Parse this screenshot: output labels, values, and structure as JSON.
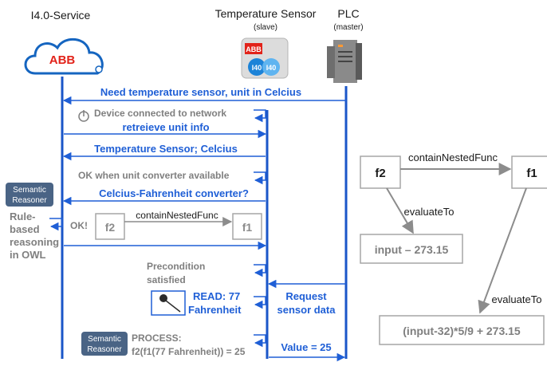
{
  "lanes": {
    "service": "I4.0-Service",
    "sensor": "Temperature Sensor",
    "sensor_role": "(slave)",
    "plc": "PLC",
    "plc_role": "(master)"
  },
  "logos": {
    "cloud": "ABB",
    "sensor": "ABB",
    "sensor_tag1": "I40",
    "sensor_tag2": "I40"
  },
  "messages": {
    "need_sensor": "Need temperature sensor, unit in Celcius",
    "device_connected": "Device connected to network",
    "retrieve_unit": "retreieve unit info",
    "sensor_celsius": "Temperature Sensor; Celcius",
    "ok_converter": "OK when unit converter available",
    "converter_query": "Celcius-Fahrenheit converter?",
    "ok": "OK!",
    "precondition_1": "Precondition",
    "precondition_2": "satisfied",
    "read_1": "READ: 77",
    "read_2": "Fahrenheit",
    "request_1": "Request",
    "request_2": "sensor data",
    "process_1": "PROCESS:",
    "process_2": "f2(f1(77 Fahrenheit)) = 25",
    "value": "Value = 25"
  },
  "reasoner": {
    "badge_line1": "Semantic",
    "badge_line2": "Reasoner",
    "rule_1": "Rule-",
    "rule_2": "based",
    "rule_3": "reasoning",
    "rule_4": "in OWL"
  },
  "inline_graph": {
    "f2": "f2",
    "f1": "f1",
    "edge": "containNestedFunc"
  },
  "graph": {
    "f2": "f2",
    "f1": "f1",
    "edge_nested": "containNestedFunc",
    "edge_eval_1": "evaluateTo",
    "edge_eval_2": "evaluateTo",
    "formula_1": "input – 273.15",
    "formula_2": "(input-32)*5/9 + 273.15"
  },
  "colors": {
    "lifeline": "#1a56c8",
    "message_blue": "#1f5fd6",
    "gray_text": "#7f7f7f",
    "dark_text": "#1a1a1a",
    "badge": "#4a6485",
    "abb_red": "#e2231a"
  }
}
